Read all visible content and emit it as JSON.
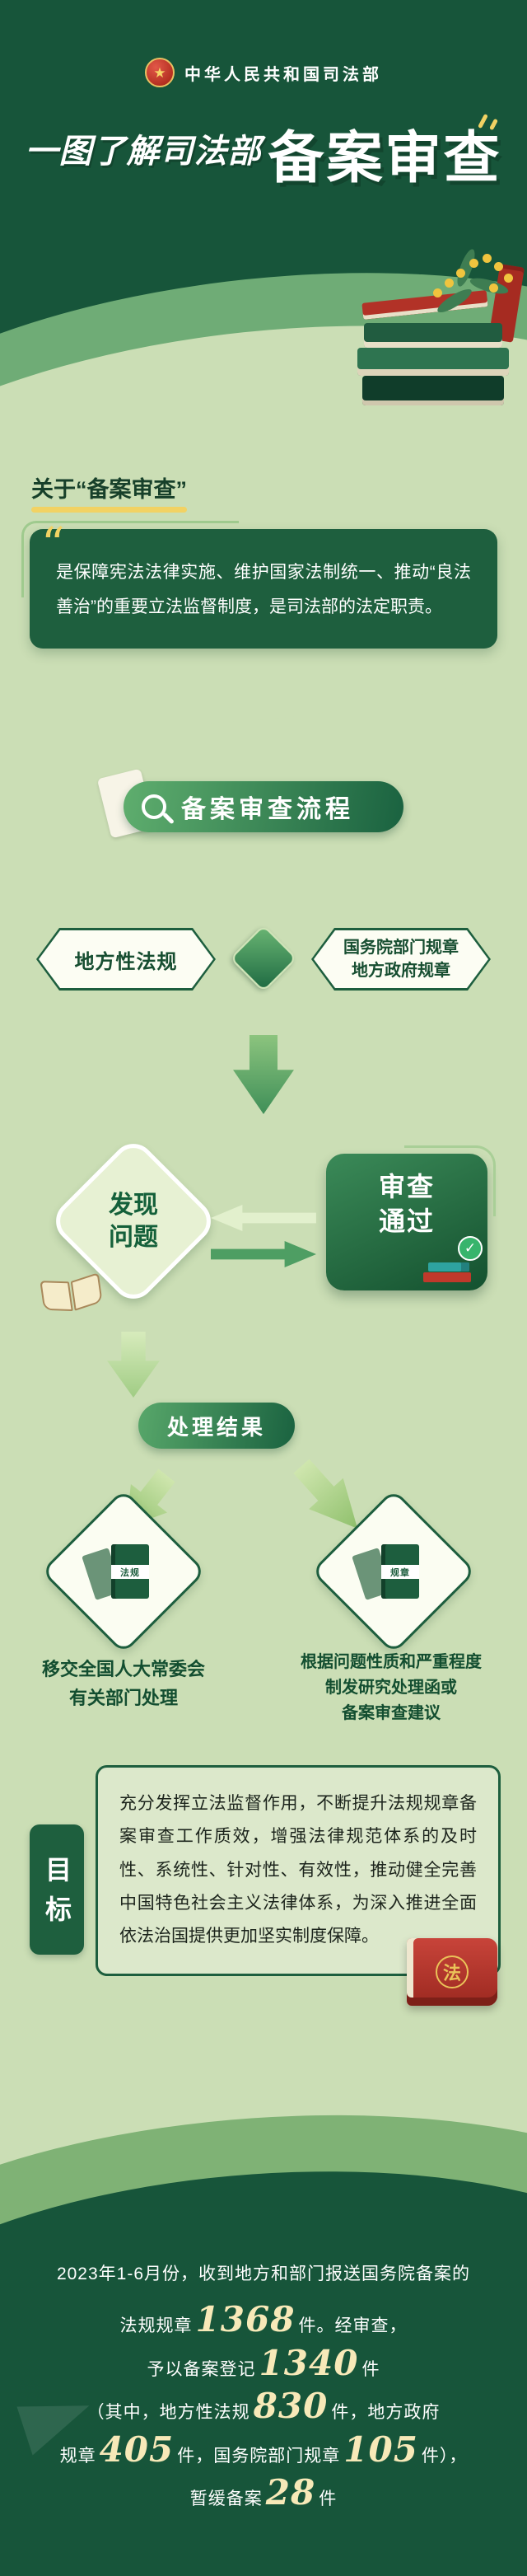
{
  "colors": {
    "header_green": "#17553a",
    "box_green": "#1e5f3e",
    "mid_green": "#4e9e63",
    "light_bg": "#cbdeb5",
    "accent_gold": "#f2d263",
    "number_gold": "#f7e9b8",
    "book_red": "#b23227"
  },
  "icons": {
    "emblem_star": "★",
    "check_mark": "✓",
    "quote_mark": "“"
  },
  "header": {
    "org_name": "中华人民共和国司法部",
    "title_script": "一图了解司法部",
    "title_main": "备案审查"
  },
  "about": {
    "label_prefix": "关于",
    "label_term": "“备案审查”",
    "body": "是保障宪法法律实施、维护国家法制统一、推动“良法善治”的重要立法监督制度，是司法部的法定职责。"
  },
  "process": {
    "banner_title": "备案审查流程",
    "source_left": "地方性法规",
    "source_right": "国务院部门规章\n地方政府规章",
    "found_problem": "发现\n问题",
    "review_pass": "审查\n通过",
    "result_label": "处理结果",
    "book_left_label": "法规",
    "book_right_label": "规章",
    "branch_left_text": "移交全国人大常委会\n有关部门处理",
    "branch_right_text": "根据问题性质和严重程度\n制发研究处理函或\n备案审查建议"
  },
  "goal": {
    "label": "目标",
    "body": "充分发挥立法监督作用，不断提升法规规章备案审查工作质效，增强法律规范体系的及时性、系统性、针对性、有效性，推动健全完善中国特色社会主义法律体系，为深入推进全面依法治国提供更加坚实制度保障。",
    "book_char": "法"
  },
  "stats": {
    "line1": "2023年1-6月份，收到地方和部门报送国务院备案的",
    "line2_pre": "法规规章",
    "line2_num": "1368",
    "line2_post": "件。经审查，",
    "line3_pre": "予以备案登记",
    "line3_num": "1340",
    "line3_post": "件",
    "line4_pre": "（其中，地方性法规",
    "line4_num": "830",
    "line4_post": "件，地方政府",
    "line5_pre": "规章",
    "line5_num": "405",
    "line5_mid": "件，国务院部门规章",
    "line5_num2": "105",
    "line5_post": "件），",
    "line6_pre": "暂缓备案",
    "line6_num": "28",
    "line6_post": "件"
  }
}
